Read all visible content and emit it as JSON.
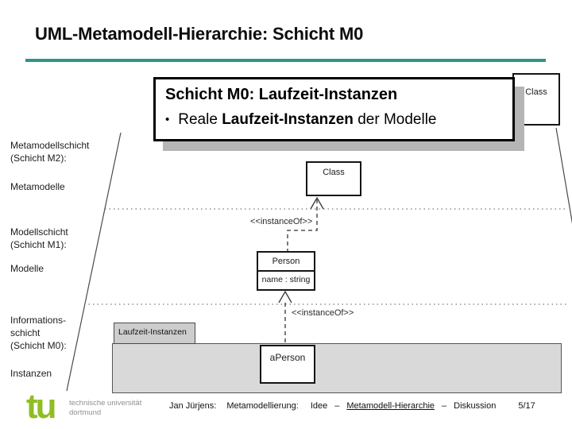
{
  "slide": {
    "title": "UML-Metamodell-Hierarchie: Schicht M0",
    "accent_color": "#2e9486",
    "callout": {
      "heading": "Schicht M0: Laufzeit-Instanzen",
      "bullet": "•",
      "bullet_prefix": "Reale ",
      "bullet_bold": "Laufzeit-Instanzen",
      "bullet_suffix": " der Modelle"
    },
    "layers": [
      {
        "line1": "Metamodellschicht",
        "line2": "(Schicht M2):",
        "item": "Metamodelle"
      },
      {
        "line1": "Modellschicht",
        "line2": "(Schicht M1):",
        "item": "Modelle"
      },
      {
        "line1": "Informations-",
        "line2": "schicht",
        "line3": "(Schicht M0):",
        "item": "Instanzen"
      }
    ],
    "diagram": {
      "m2_class_box": "Class",
      "m2_class_box_top_right": "Class",
      "person_box_title": "Person",
      "person_box_attribute": "name : string",
      "aperson_box": "aPerson",
      "instanceof_label_upper": "<<instanceOf>>",
      "instanceof_label_lower": "<<instanceOf>>",
      "runtime_instances_tab": "Laufzeit-Instanzen",
      "shadow_color": "#b5b5b5",
      "band_color": "#d9d9d9"
    },
    "footer": {
      "logo_mark": "tu",
      "logo_color": "#8fbe22",
      "logo_line1": "technische universität",
      "logo_line2": "dortmund",
      "author": "Jan Jürjens:",
      "topic": "Metamodellierung:",
      "section_1": "Idee",
      "separator_1": "–",
      "section_2": "Metamodell-Hierarchie",
      "separator_2": "–",
      "section_3": "Diskussion",
      "page_number": "5/17"
    }
  }
}
